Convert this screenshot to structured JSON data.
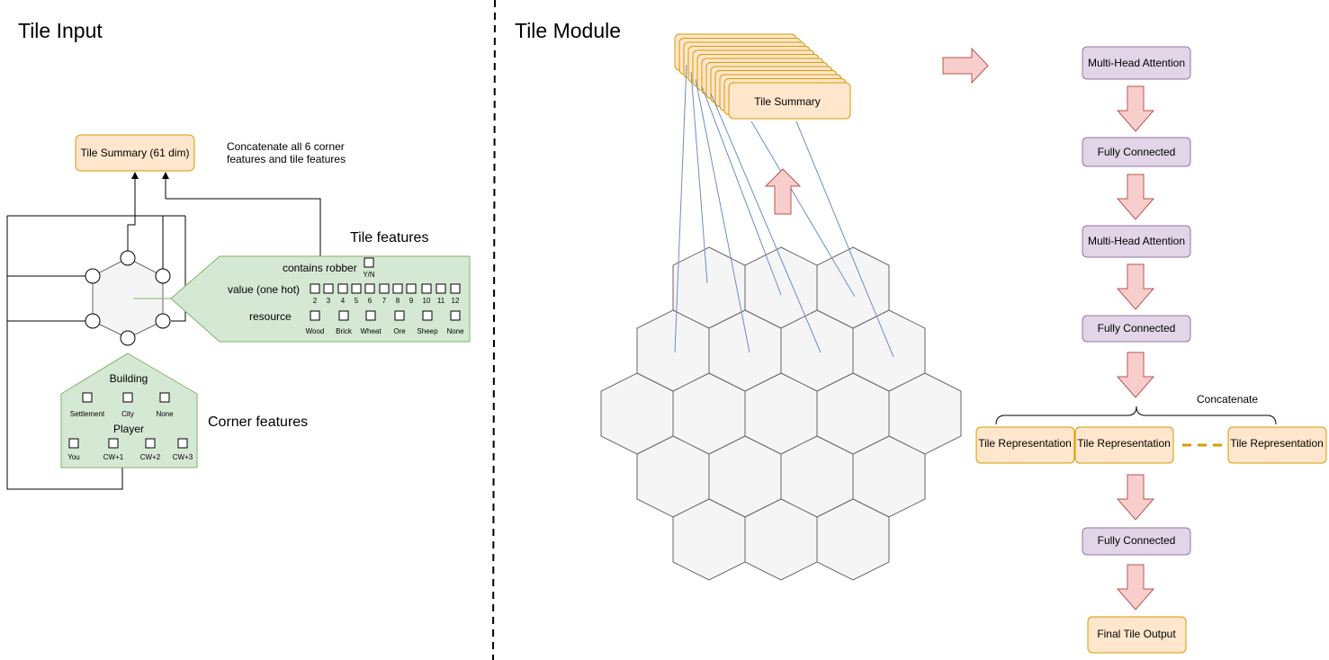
{
  "left_panel": {
    "title": "Tile Input",
    "tile_summary_label": "Tile Summary (61 dim)",
    "concat_note_line1": "Concatenate all 6 corner",
    "concat_note_line2": "features and tile features",
    "tile_features": {
      "heading": "Tile features",
      "robber_label": "contains robber",
      "robber_option": "Y/N",
      "value_label": "value (one hot)",
      "value_options": [
        "2",
        "3",
        "4",
        "5",
        "6",
        "7",
        "8",
        "9",
        "10",
        "11",
        "12"
      ],
      "resource_label": "resource",
      "resource_options": [
        "Wood",
        "Brick",
        "Wheat",
        "Ore",
        "Sheep",
        "None"
      ]
    },
    "corner_features": {
      "heading": "Corner features",
      "building_label": "Building",
      "building_options": [
        "Settlement",
        "City",
        "None"
      ],
      "player_label": "Player",
      "player_options": [
        "You",
        "CW+1",
        "CW+2",
        "CW+3"
      ]
    }
  },
  "right_panel": {
    "title": "Tile Module",
    "tile_summary_label": "Tile Summary",
    "pipeline": {
      "step1": "Multi-Head Attention",
      "step2": "Fully Connected",
      "step3": "Multi-Head Attention",
      "step4": "Fully Connected",
      "concat_label": "Concatenate",
      "rep_label": "Tile Representation",
      "step5": "Fully Connected",
      "output": "Final Tile Output"
    }
  },
  "colors": {
    "orange_fill": "#ffe6cc",
    "orange_stroke": "#d79b00",
    "purple_fill": "#e1d5e7",
    "purple_stroke": "#9673a6",
    "green_fill": "#d5e8d4",
    "green_stroke": "#82b366",
    "arrow_fill": "#f8cecc",
    "arrow_stroke": "#b85450",
    "hex_fill": "#f5f5f5",
    "blue_line": "#6c8ebf"
  }
}
